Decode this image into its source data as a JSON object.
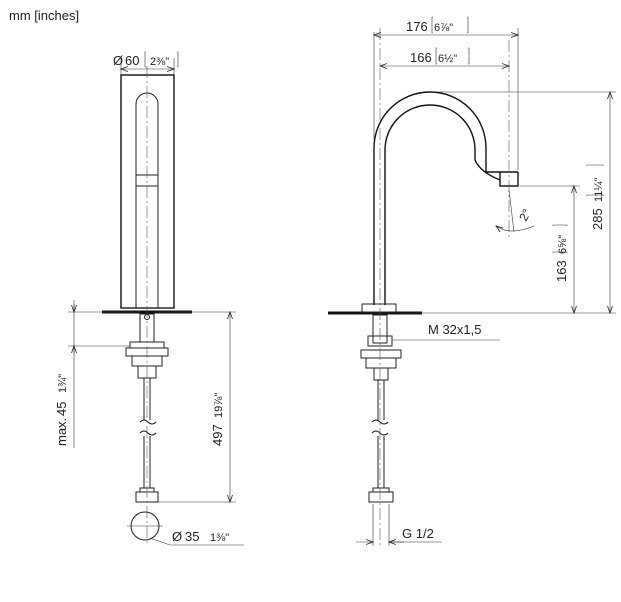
{
  "units_label": "mm [inches]",
  "dimensions": {
    "spout_diameter": {
      "prefix": "Ø",
      "mm": "60",
      "in": "2⅜\""
    },
    "reach_outer": {
      "mm": "176",
      "in": "6⅞\""
    },
    "reach_inner": {
      "mm": "166",
      "in": "6½\""
    },
    "total_height": {
      "mm": "285",
      "in": "11¼\""
    },
    "outlet_height": {
      "mm": "163",
      "in": "6⅝\""
    },
    "angle": "2°",
    "thread": "M 32x1,5",
    "max_thickness": {
      "prefix": "max.",
      "mm": "45",
      "in": "1¾\""
    },
    "hose_length": {
      "mm": "497",
      "in": "19⅞\""
    },
    "hole_diameter": {
      "prefix": "Ø",
      "mm": "35",
      "in": "1⅜\""
    },
    "connection": "G 1/2"
  }
}
